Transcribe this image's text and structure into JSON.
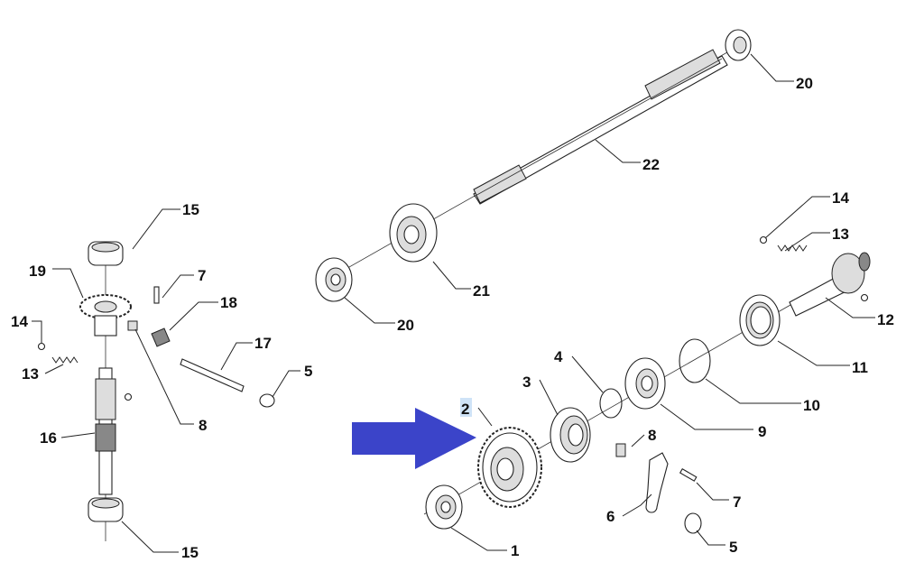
{
  "diagram": {
    "highlighted_part": "2",
    "arrow_color": "#3b44c9",
    "highlight_color": "#cfe3f7",
    "right_assembly": {
      "labels": {
        "bearing_top": "20",
        "main_shaft": "22",
        "ball_top": "14",
        "spring_top": "13",
        "bevel_gear": "21",
        "bearing_left": "20",
        "pinion_shaft": "12",
        "seal": "11",
        "circlip_large": "10",
        "bearing_mid": "9",
        "circlip_small": "4",
        "sync_hub": "3",
        "gear": "2",
        "pin_8": "8",
        "pin_7": "7",
        "fork": "6",
        "ring_5": "5",
        "bearing_bottom": "1"
      }
    },
    "left_assembly": {
      "labels": {
        "bearing_top": "15",
        "bevel_gear": "19",
        "pin_7": "7",
        "lever": "18",
        "ball": "14",
        "shaft": "17",
        "ring": "5",
        "spring": "13",
        "pin_8": "8",
        "worm_shaft": "16",
        "bearing_bottom": "15"
      }
    }
  }
}
